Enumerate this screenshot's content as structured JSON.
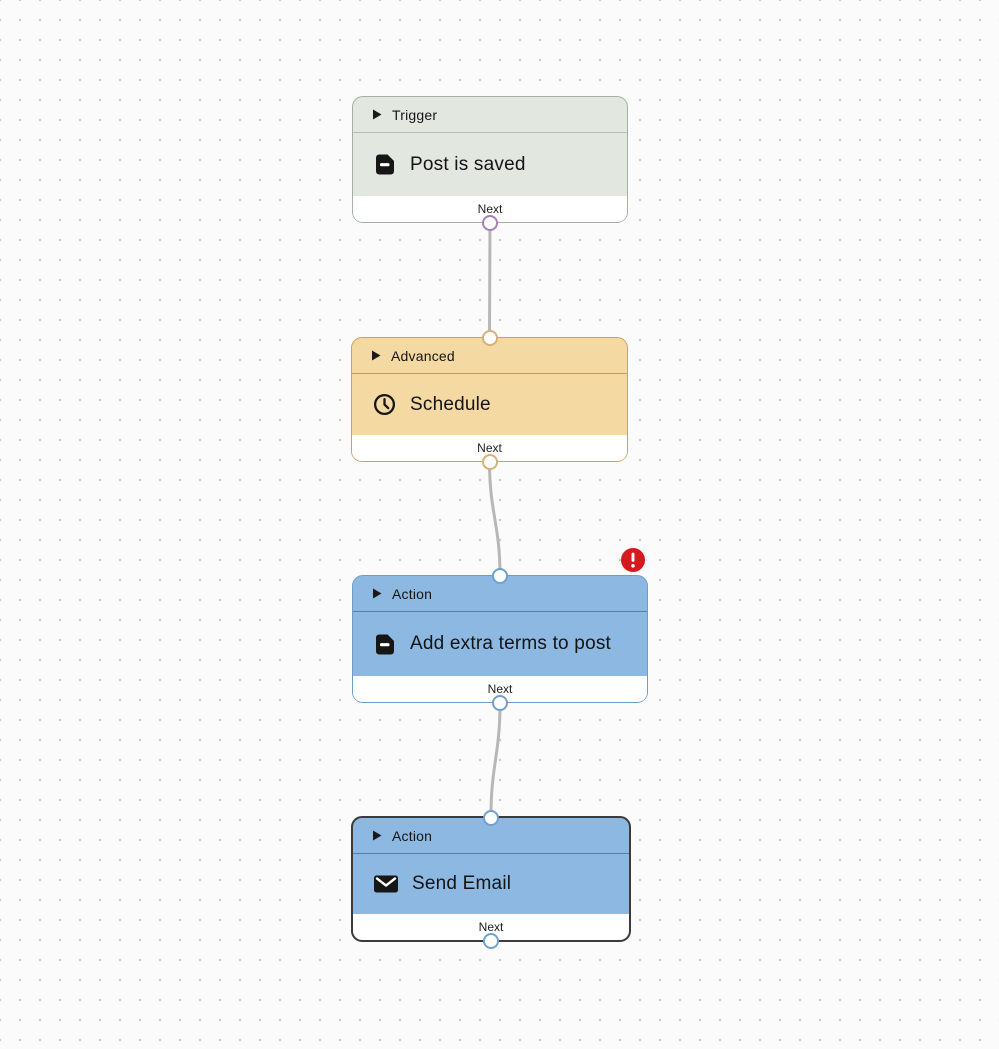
{
  "canvas": {
    "background_color": "#fbfbfb",
    "grid_dot_color": "#cbcbcb"
  },
  "nodes": [
    {
      "category": "Trigger",
      "title": "Post is saved",
      "icon": "document-icon",
      "footer_label": "Next",
      "fill_color": "#e2e7e0",
      "border_color": "#a6afa6",
      "output_port_color": "#a87fb5",
      "selected": false,
      "has_error": false
    },
    {
      "category": "Advanced",
      "title": "Schedule",
      "icon": "clock-icon",
      "footer_label": "Next",
      "fill_color": "#f5d9a3",
      "border_color": "#c8a360",
      "output_port_color": "#d6b077",
      "selected": false,
      "has_error": false
    },
    {
      "category": "Action",
      "title": "Add extra terms to post",
      "icon": "document-icon",
      "footer_label": "Next",
      "fill_color": "#8cb8e1",
      "border_color": "#6d9dcb",
      "output_port_color": "#71a0ce",
      "selected": false,
      "has_error": true
    },
    {
      "category": "Action",
      "title": "Send Email",
      "icon": "envelope-icon",
      "footer_label": "Next",
      "fill_color": "#8cb8e1",
      "border_color": "#3b3b3b",
      "output_port_color": "#71a0ce",
      "selected": true,
      "has_error": false
    }
  ],
  "connections": [
    {
      "from": "Post is saved",
      "to": "Schedule"
    },
    {
      "from": "Schedule",
      "to": "Add extra terms to post"
    },
    {
      "from": "Add extra terms to post",
      "to": "Send Email"
    }
  ],
  "error_badge": {
    "attached_to": "Add extra terms to post",
    "color": "#d6191e",
    "symbol": "!"
  }
}
